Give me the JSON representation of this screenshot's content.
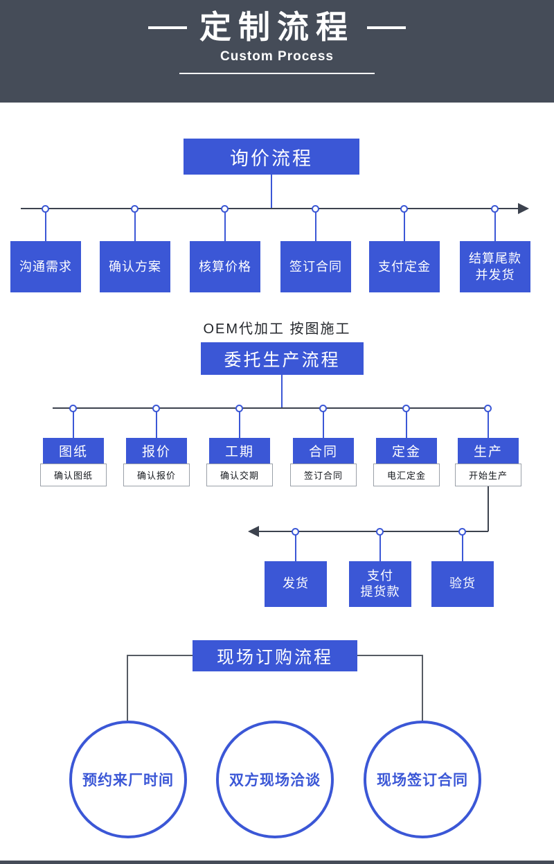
{
  "colors": {
    "accent": "#3b57d6",
    "header_bg": "#454c58",
    "line_dark": "#3c424e"
  },
  "header": {
    "title": "定制流程",
    "subtitle": "Custom Process"
  },
  "inquiry": {
    "title": "询价流程",
    "steps": [
      "沟通需求",
      "确认方案",
      "核算价格",
      "签订合同",
      "支付定金",
      "结算尾款\n并发货"
    ]
  },
  "oem": {
    "caption": "OEM代加工 按图施工",
    "title": "委托生产流程",
    "columns": [
      {
        "top": "图纸",
        "bottom": "确认图纸"
      },
      {
        "top": "报价",
        "bottom": "确认报价"
      },
      {
        "top": "工期",
        "bottom": "确认交期"
      },
      {
        "top": "合同",
        "bottom": "签订合同"
      },
      {
        "top": "定金",
        "bottom": "电汇定金"
      },
      {
        "top": "生产",
        "bottom": "开始生产"
      }
    ],
    "shipping_steps": [
      "发货",
      "支付\n提货款",
      "验货"
    ]
  },
  "onsite": {
    "title": "现场订购流程",
    "circles": [
      "预约来厂时间",
      "双方现场洽谈",
      "现场签订合同"
    ]
  }
}
